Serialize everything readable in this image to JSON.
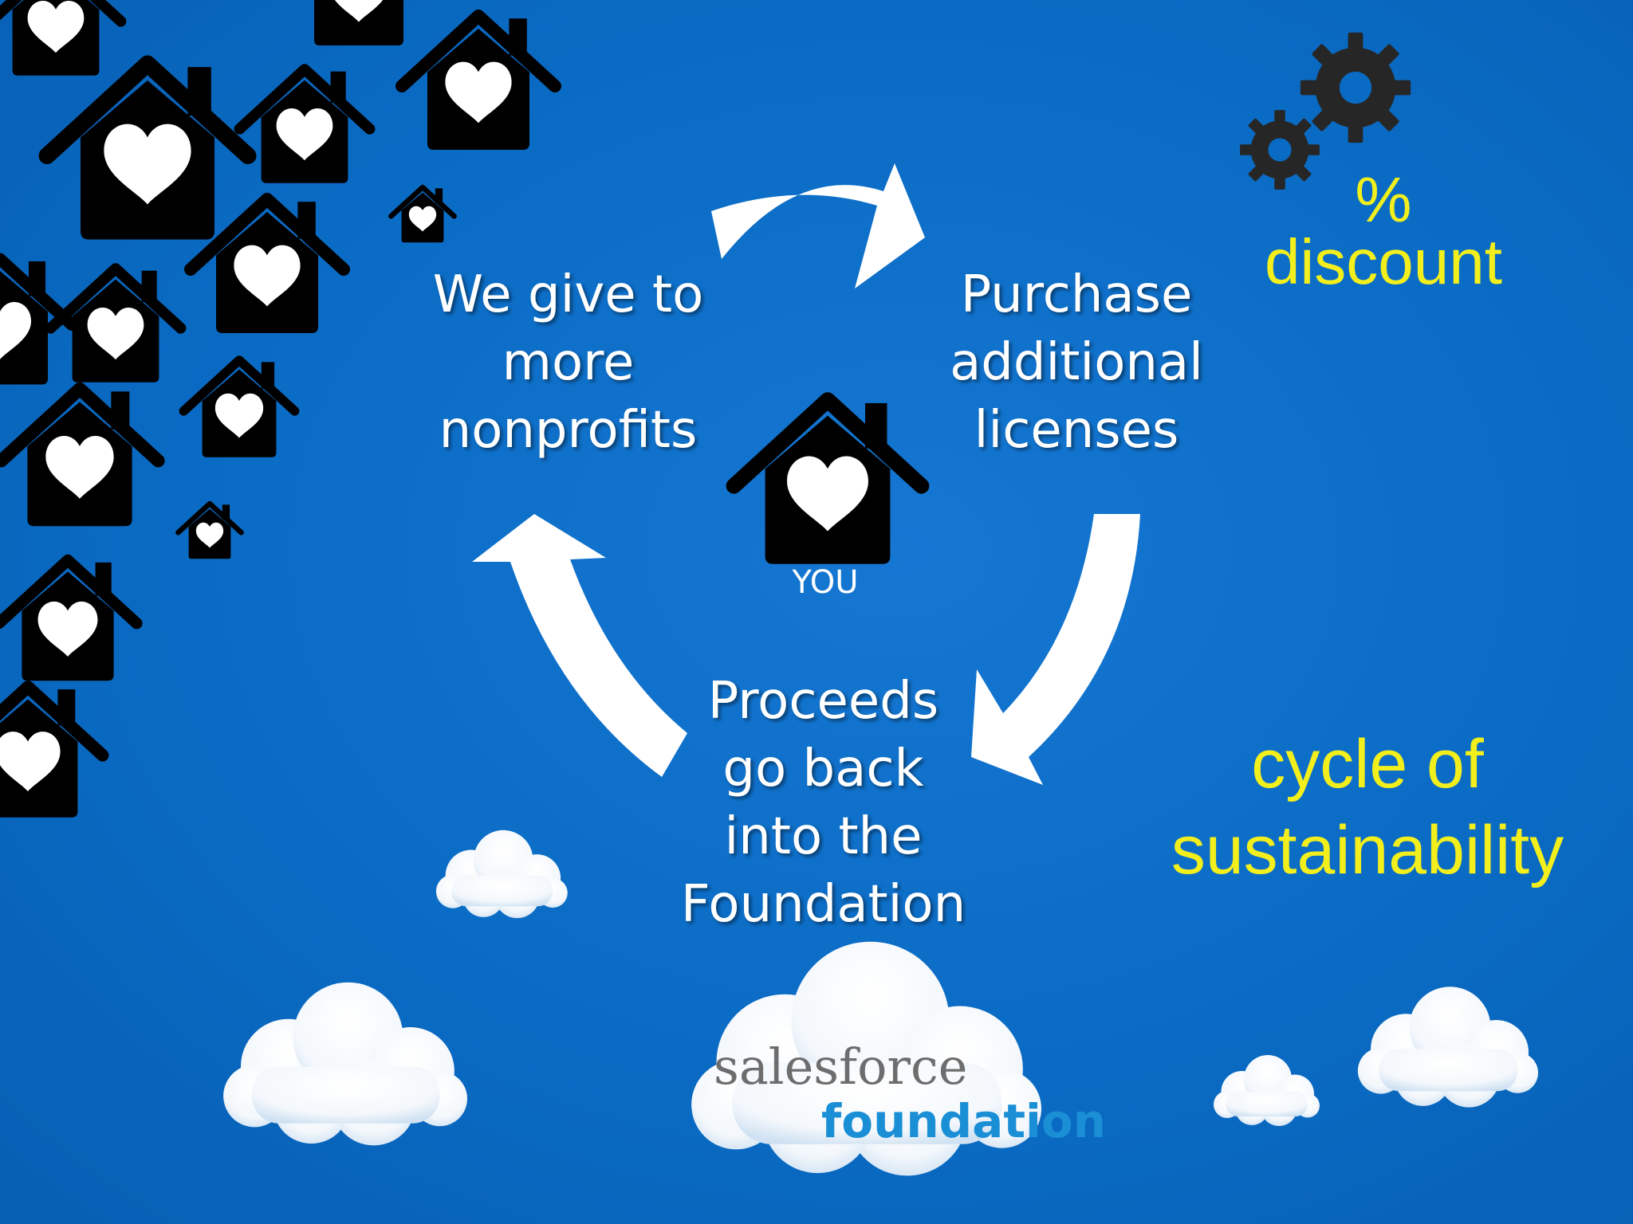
{
  "cycle": {
    "step1": "We give to\nmore\nnonprofits",
    "step2": "Purchase\nadditional\nlicenses",
    "step3": "Proceeds\ngo back\ninto the\nFoundation",
    "center_label": "YOU"
  },
  "notes": {
    "discount": "%\ndiscount",
    "cycle_of": "cycle of\nsustainability"
  },
  "logo": {
    "part1": "salesforce",
    "part2": "foundation"
  },
  "icons": {
    "house": "house-heart-icon",
    "gears": "gears-icon",
    "cloud": "cloud-icon",
    "arrow": "curved-arrow-icon"
  },
  "colors": {
    "background": "#0a6bc4",
    "note_text": "#f2ef1c",
    "logo_grey": "#6d6d6d",
    "logo_blue": "#1b8fd6"
  }
}
